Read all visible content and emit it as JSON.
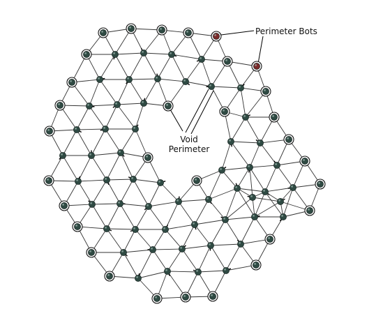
{
  "labels": {
    "perimeter_bots": "Perimeter Bots",
    "void_line1": "Void",
    "void_line2": "Perimeter"
  },
  "colors": {
    "edge": "#333333",
    "node_fill": "#2f4a43",
    "node_highlight": "#9fb8b0",
    "ring": "#111111",
    "highlight_bot": "#7a2a2a",
    "leader": "#000000"
  }
}
